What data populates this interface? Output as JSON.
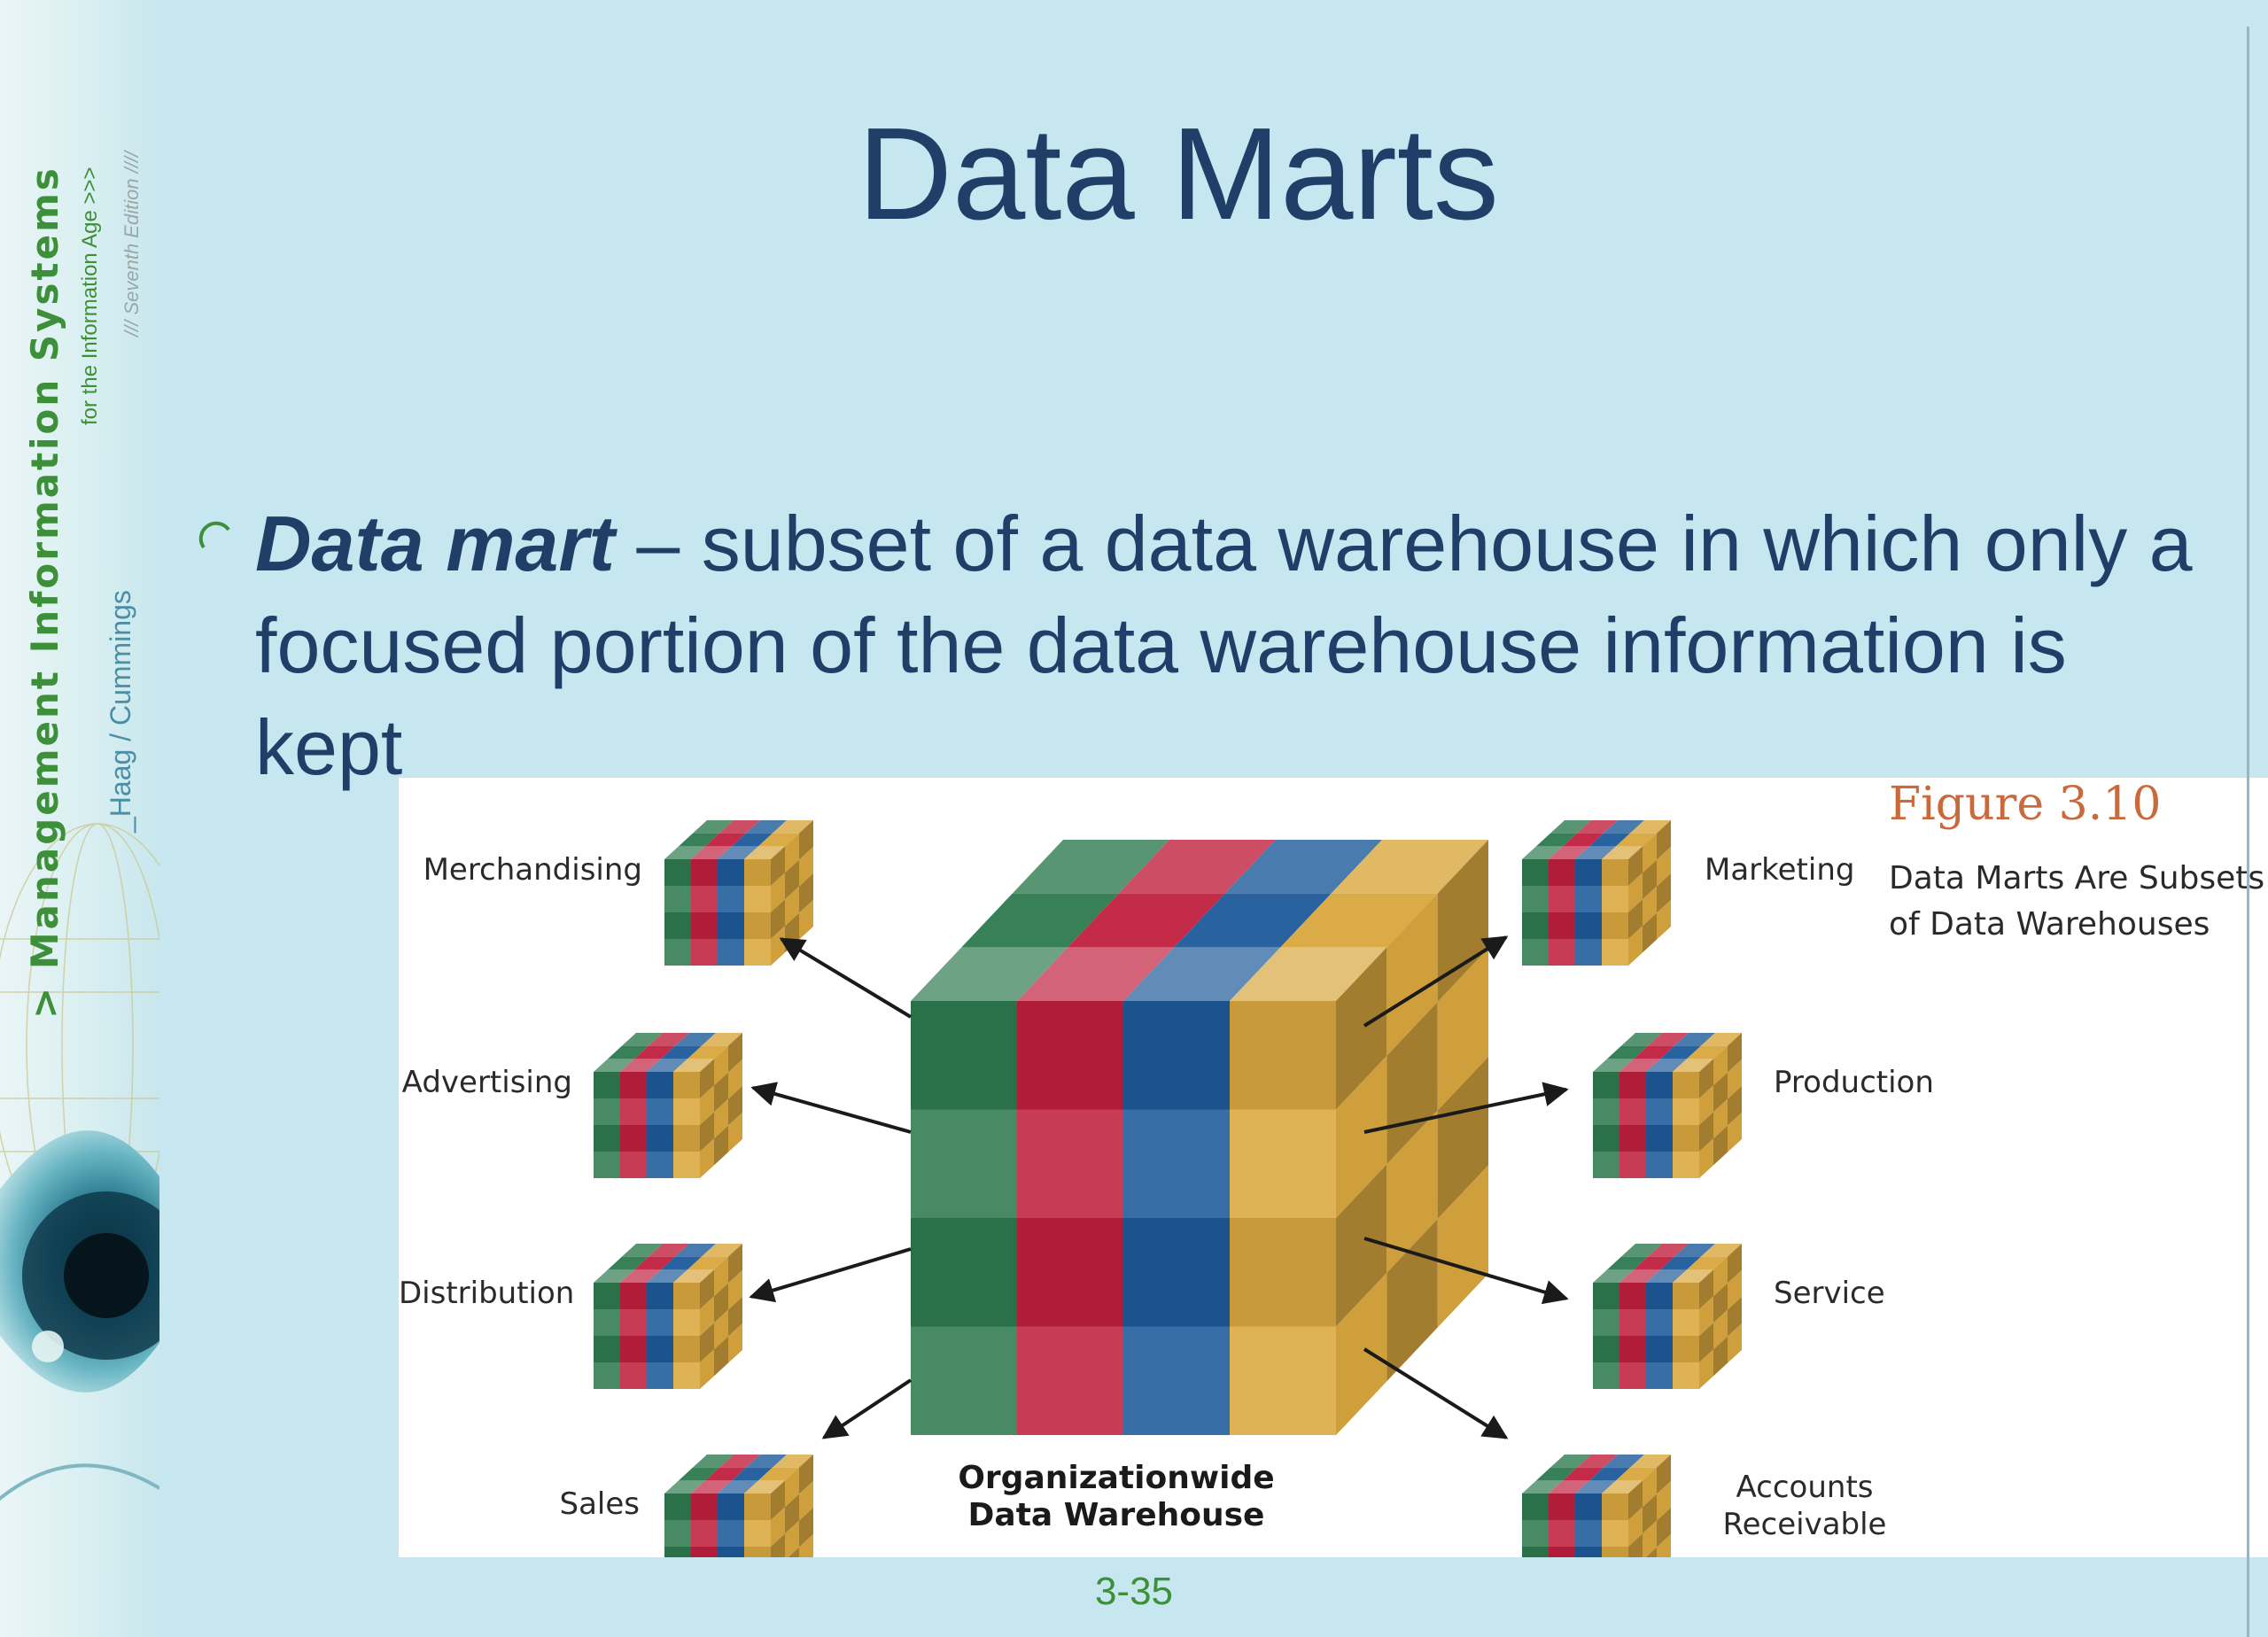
{
  "slide": {
    "title": "Data Marts",
    "bullet": {
      "term": "Data mart",
      "text": " – subset of a data warehouse in which only a focused portion of the data warehouse information is kept"
    },
    "page_number": "3-35"
  },
  "sidebar": {
    "book_title": "> Management Information Systems",
    "subtitle": "for the Information Age >>>",
    "edition": "/// Seventh Edition ////",
    "authors": "_Haag / Cummings"
  },
  "figure": {
    "number": "Figure 3.10",
    "caption_line1": "Data Marts Are Subsets",
    "caption_line2": "of Data Warehouses",
    "warehouse_line1": "Organizationwide",
    "warehouse_line2": "Data Warehouse",
    "marts_left": [
      "Merchandising",
      "Advertising",
      "Distribution",
      "Sales"
    ],
    "marts_right": [
      "Marketing",
      "Production",
      "Service"
    ],
    "mart_accounts_line1": "Accounts",
    "mart_accounts_line2": "Receivable",
    "colors": {
      "green": "#2e7a4f",
      "red": "#c0203e",
      "blue": "#1d5a9a",
      "gold": "#d9a73e"
    }
  }
}
